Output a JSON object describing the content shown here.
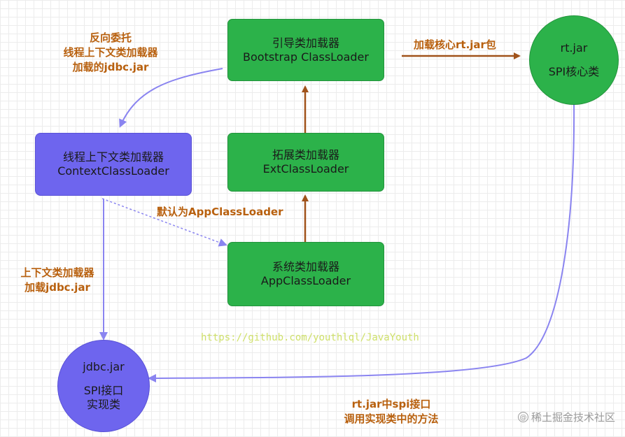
{
  "nodes": {
    "bootstrap": {
      "line1": "引导类加载器",
      "line2": "Bootstrap ClassLoader"
    },
    "ext": {
      "line1": "拓展类加载器",
      "line2": "ExtClassLoader"
    },
    "app": {
      "line1": "系统类加载器",
      "line2": "AppClassLoader"
    },
    "context": {
      "line1": "线程上下文类加载器",
      "line2": "ContextClassLoader"
    },
    "rtjar": {
      "line1": "rt.jar",
      "line2": "SPI核心类"
    },
    "jdbcjar": {
      "line1": "jdbc.jar",
      "line2": "SPI接口",
      "line3": "实现类"
    }
  },
  "labels": {
    "reverse_delegate": [
      "反向委托",
      "线程上下文类加载器",
      "加载的jdbc.jar"
    ],
    "load_core": "加载核心rt.jar包",
    "default_app": "默认为AppClassLoader",
    "context_load": [
      "上下文类加载器",
      "加载jdbc.jar"
    ],
    "rt_calls": [
      "rt.jar中spi接口",
      "调用实现类中的方法"
    ]
  },
  "watermark": "https://github.com/youthlql/JavaYouth",
  "brand": {
    "icon": "at-icon",
    "text": "稀土掘金技术社区"
  },
  "colors": {
    "green": "#2cb24a",
    "blue": "#6e65ee",
    "arrow_brown": "#a0521a",
    "arrow_purple": "#8a84f0",
    "label_orange": "#b8600e"
  }
}
